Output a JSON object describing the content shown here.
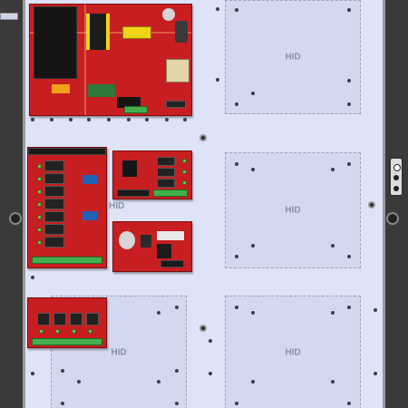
{
  "enclosure": {
    "slots": [
      {
        "id": "slot-top-right",
        "label": "HID"
      },
      {
        "id": "slot-middle-right",
        "label": "HID"
      },
      {
        "id": "slot-middle-left",
        "label": "HID"
      },
      {
        "id": "slot-bottom-left",
        "label": "HID"
      },
      {
        "id": "slot-bottom-right",
        "label": "HID"
      }
    ]
  },
  "icons": {
    "latch": "door-latch-icon",
    "hinge": "hinge-icon",
    "standoff": "mounting-standoff-icon"
  },
  "colors": {
    "board": "#c71e21",
    "plate": "#dfe3f7",
    "frame": "#3a3a3a",
    "terminal": "#43b04d"
  }
}
